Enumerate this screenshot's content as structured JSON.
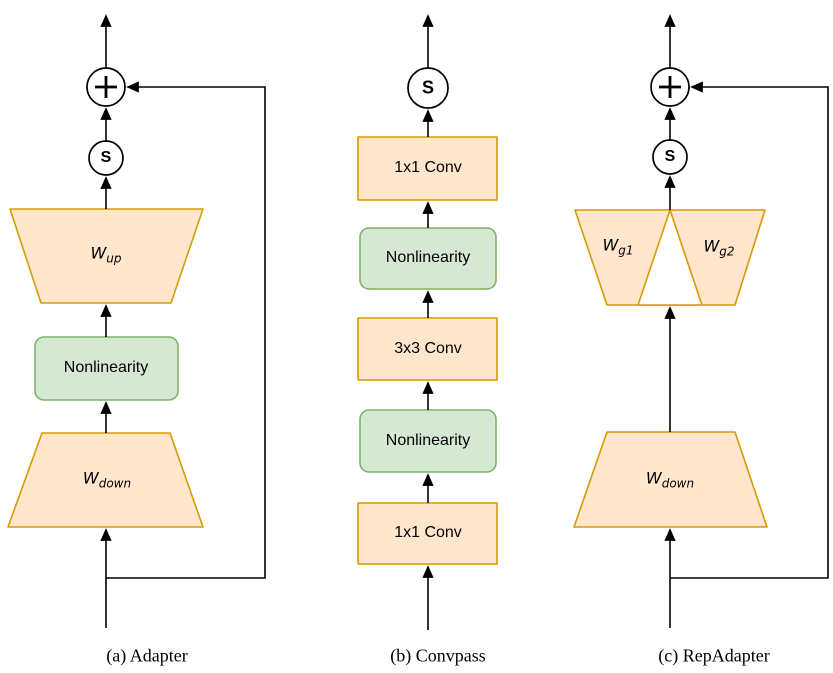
{
  "figure": {
    "background": "#ffffff",
    "colors": {
      "block_fill": "#FFE6CC",
      "block_stroke": "#D79B00",
      "nonlinearity_fill": "#D5E8D4",
      "nonlinearity_stroke": "#82B366",
      "wire": "#000000",
      "text": "#000000"
    },
    "icons": {
      "plus-icon": "+",
      "scale-icon": "S"
    },
    "panels": {
      "a": {
        "caption": "(a) Adapter",
        "scale_symbol": "S",
        "plus_symbol": "+",
        "w_up": {
          "base": "W",
          "sub": "up"
        },
        "nonlinearity_label": "Nonlinearity",
        "w_down": {
          "base": "W",
          "sub": "down"
        }
      },
      "b": {
        "caption": "(b) Convpass",
        "scale_symbol": "S",
        "blocks": [
          "1x1 Conv",
          "Nonlinearity",
          "3x3 Conv",
          "Nonlinearity",
          "1x1 Conv"
        ]
      },
      "c": {
        "caption": "(c) RepAdapter",
        "scale_symbol": "S",
        "plus_symbol": "+",
        "w_g1": {
          "base": "W",
          "sub": "g1"
        },
        "w_g2": {
          "base": "W",
          "sub": "g2"
        },
        "w_down": {
          "base": "W",
          "sub": "down"
        }
      }
    }
  }
}
